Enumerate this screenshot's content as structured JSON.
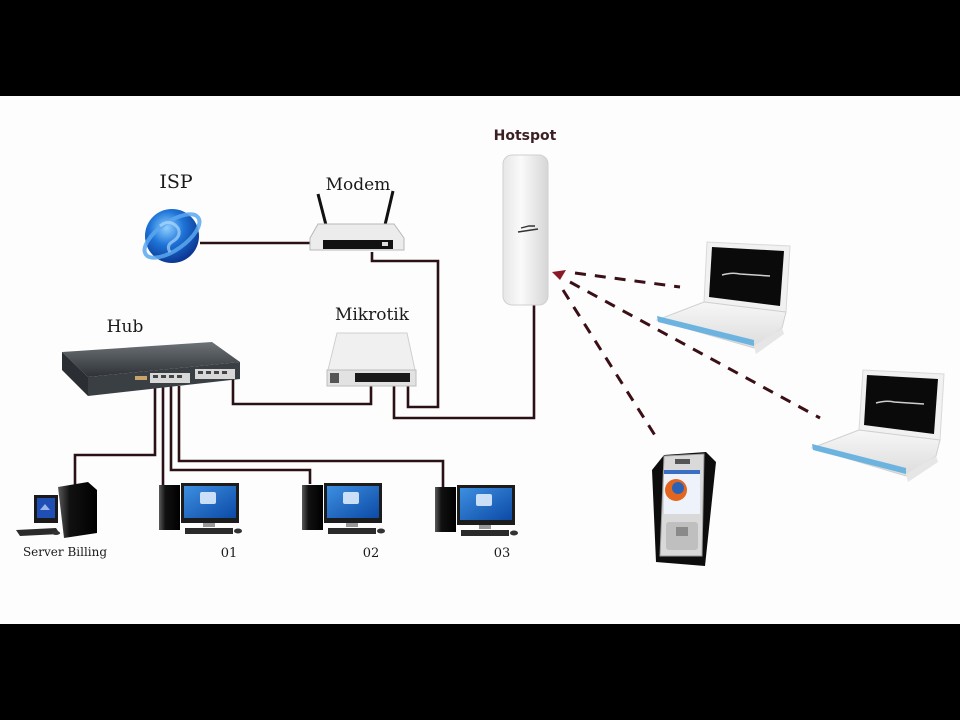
{
  "diagram": {
    "title": "Hotspot network topology",
    "colors": {
      "background": "#fdfdfd",
      "letterbox": "#000000",
      "cable": "#2a1115",
      "wireless_link": "#3b0f16",
      "label_text": "#1a1a1a",
      "hotspot_label": "#3a1f24"
    },
    "nodes": {
      "isp": {
        "label": "ISP",
        "icon": "globe-icon"
      },
      "modem": {
        "label": "Modem",
        "icon": "router-icon"
      },
      "hotspot": {
        "label": "Hotspot",
        "icon": "access-point-icon"
      },
      "mikrotik": {
        "label": "Mikrotik",
        "icon": "router-board-icon"
      },
      "hub": {
        "label": "Hub",
        "icon": "switch-icon"
      },
      "server": {
        "label": "Server Billing",
        "icon": "server-computer-icon"
      },
      "pc1": {
        "label": "01",
        "icon": "desktop-computer-icon"
      },
      "pc2": {
        "label": "02",
        "icon": "desktop-computer-icon"
      },
      "pc3": {
        "label": "03",
        "icon": "desktop-computer-icon"
      },
      "laptop1": {
        "label": "",
        "icon": "laptop-icon"
      },
      "laptop2": {
        "label": "",
        "icon": "laptop-icon"
      },
      "phone": {
        "label": "",
        "icon": "mobile-phone-icon"
      }
    },
    "links": [
      {
        "from": "isp",
        "to": "modem",
        "type": "wired"
      },
      {
        "from": "modem",
        "to": "mikrotik",
        "type": "wired"
      },
      {
        "from": "mikrotik",
        "to": "hub",
        "type": "wired"
      },
      {
        "from": "mikrotik",
        "to": "hotspot",
        "type": "wired"
      },
      {
        "from": "hub",
        "to": "server",
        "type": "wired"
      },
      {
        "from": "hub",
        "to": "pc1",
        "type": "wired"
      },
      {
        "from": "hub",
        "to": "pc2",
        "type": "wired"
      },
      {
        "from": "hub",
        "to": "pc3",
        "type": "wired"
      },
      {
        "from": "laptop1",
        "to": "hotspot",
        "type": "wireless"
      },
      {
        "from": "laptop2",
        "to": "hotspot",
        "type": "wireless"
      },
      {
        "from": "phone",
        "to": "hotspot",
        "type": "wireless"
      }
    ]
  }
}
